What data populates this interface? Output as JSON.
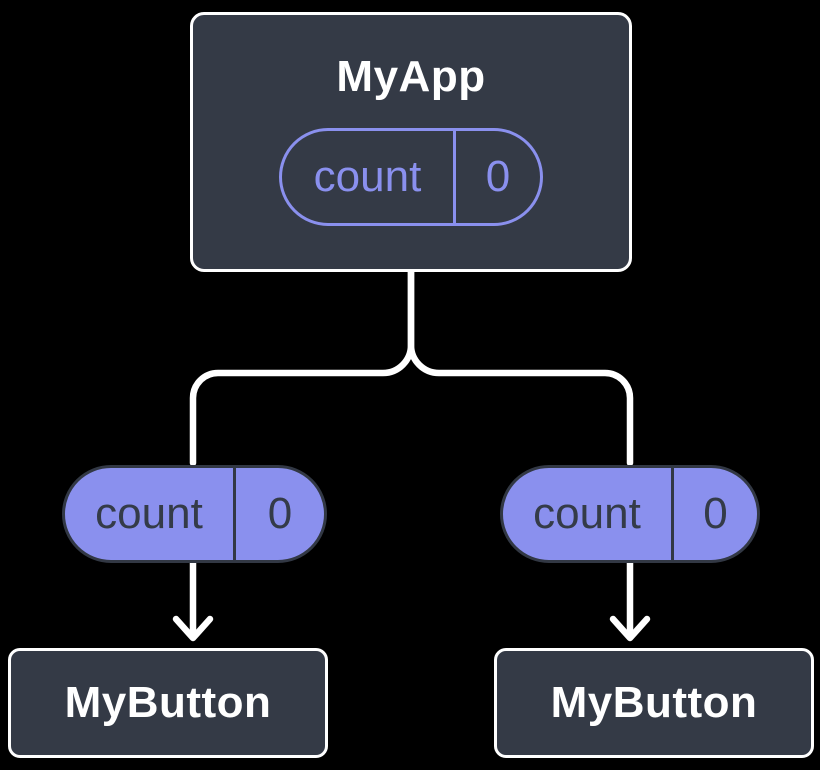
{
  "theme": {
    "background": "#000000",
    "node_fill": "#343A46",
    "node_border": "#FFFFFF",
    "node_text": "#FFFFFF",
    "accent_purple": "#8A90EE",
    "pill_text_dark": "#343B48",
    "pill_border_dark": "#323844",
    "connector": "#FFFFFF"
  },
  "diagram": {
    "type": "component-tree",
    "root": {
      "title": "MyApp",
      "state_pill": {
        "label": "count",
        "value": "0"
      }
    },
    "left_prop_pill": {
      "label": "count",
      "value": "0"
    },
    "right_prop_pill": {
      "label": "count",
      "value": "0"
    },
    "left_child": {
      "title": "MyButton"
    },
    "right_child": {
      "title": "MyButton"
    }
  }
}
